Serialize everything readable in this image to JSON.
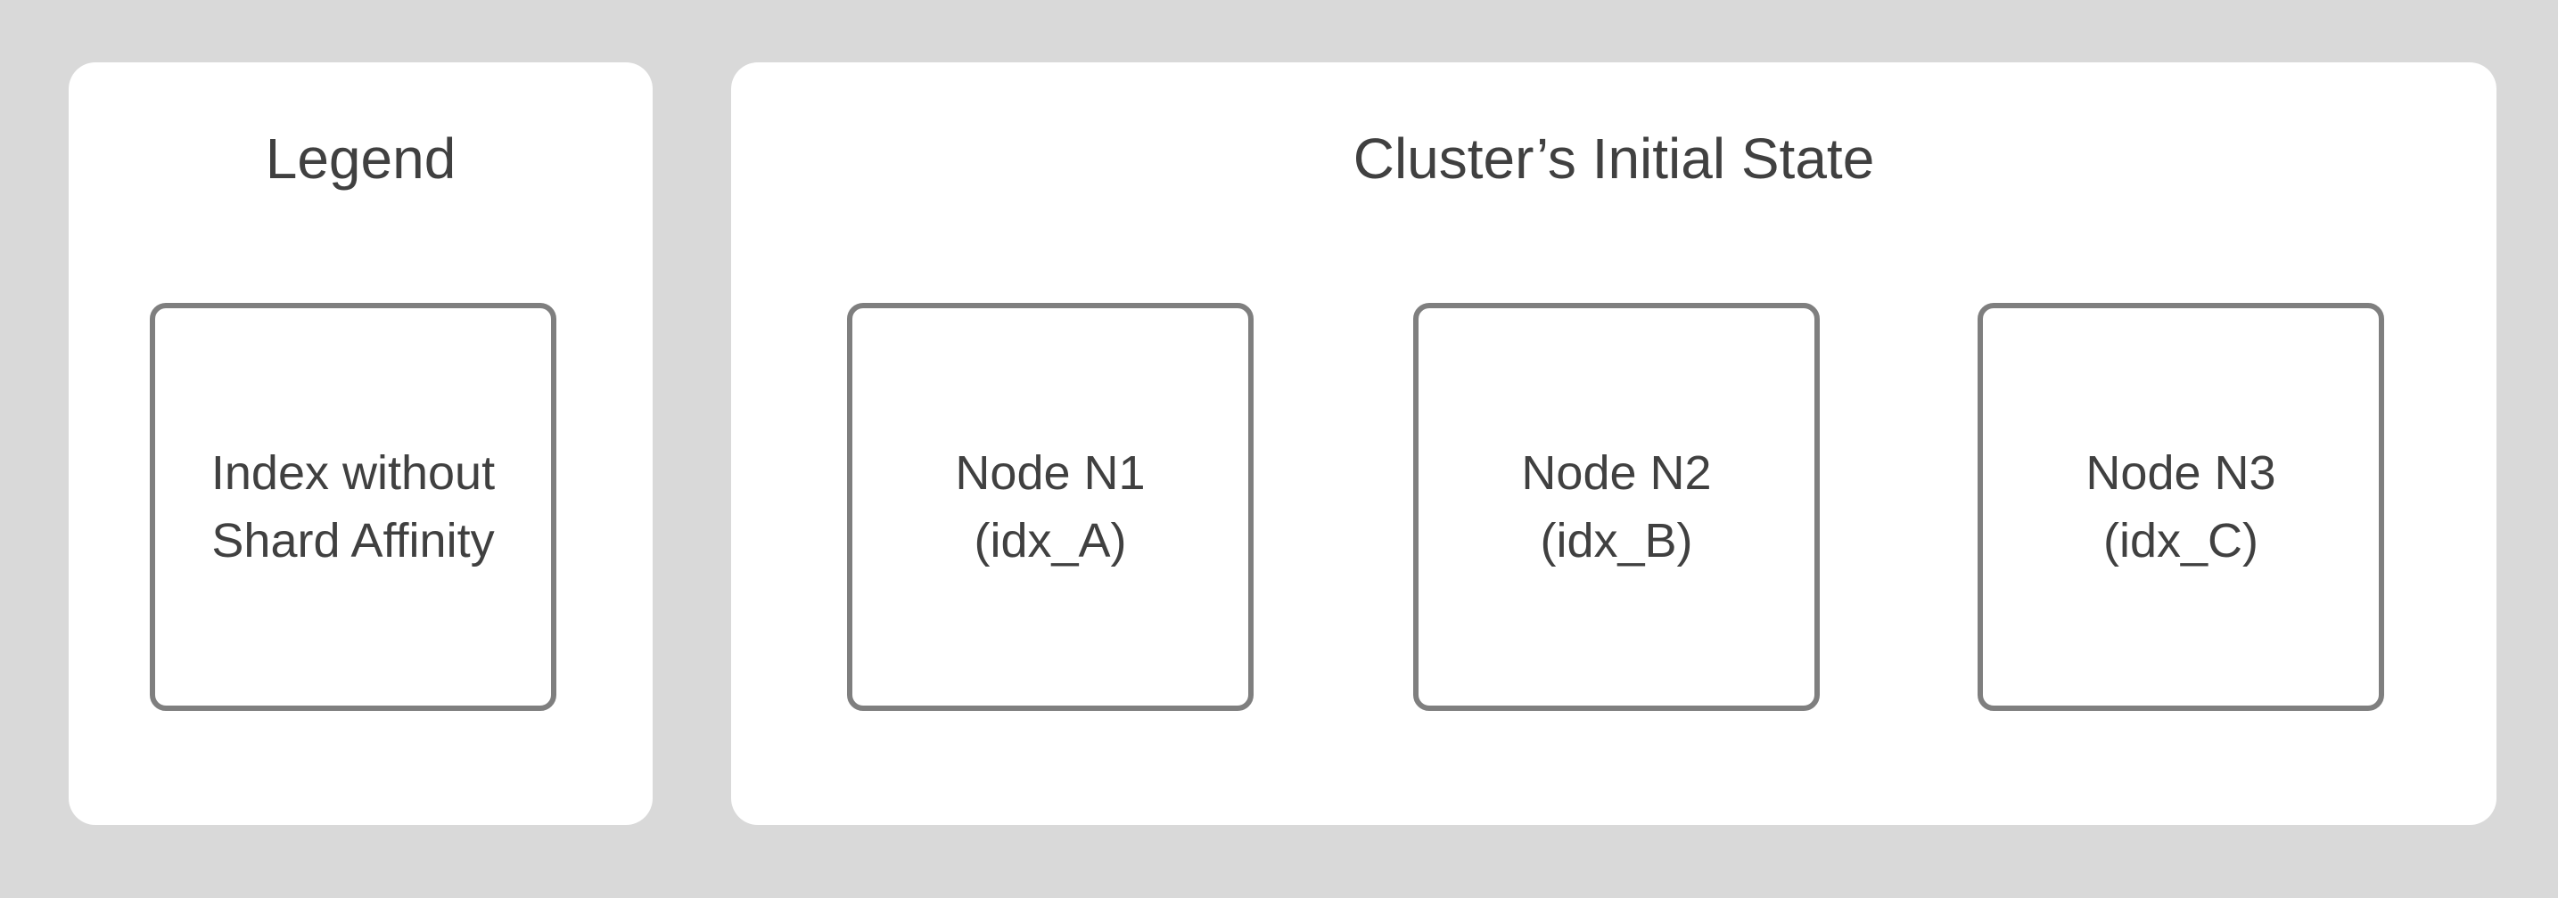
{
  "legend": {
    "title": "Legend",
    "item": {
      "line1": "Index without",
      "line2": "Shard Affinity"
    }
  },
  "cluster": {
    "title": "Cluster’s Initial State",
    "nodes": [
      {
        "name": "Node N1",
        "index": "(idx_A)"
      },
      {
        "name": "Node N2",
        "index": "(idx_B)"
      },
      {
        "name": "Node N3",
        "index": "(idx_C)"
      }
    ]
  },
  "colors": {
    "background": "#d9d9d9",
    "panel": "#ffffff",
    "border": "#7f7f7f",
    "text": "#404040"
  }
}
